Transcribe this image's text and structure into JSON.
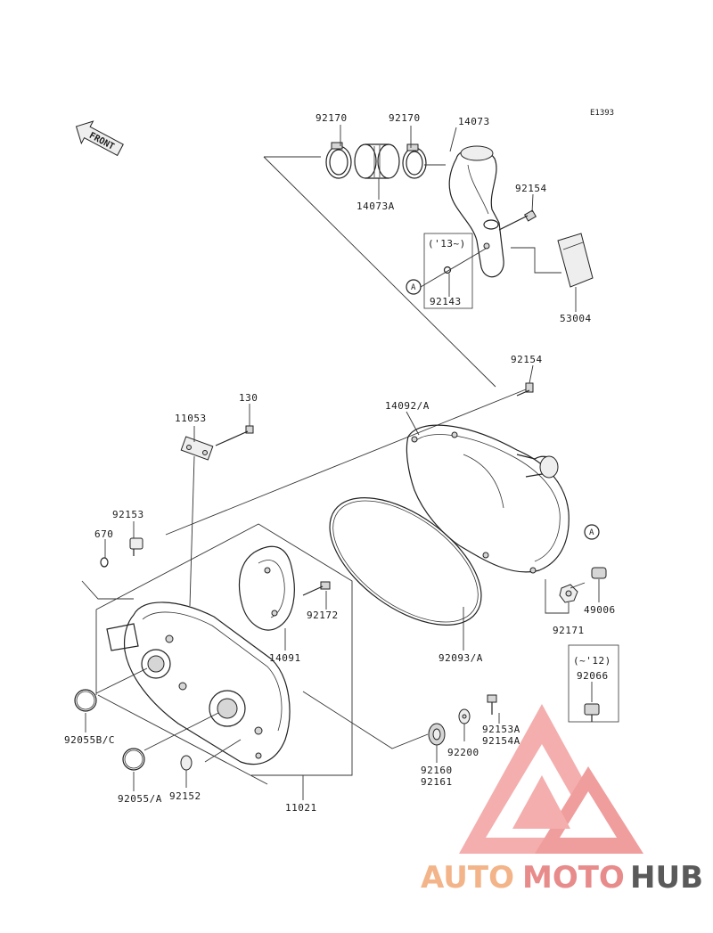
{
  "diagram": {
    "code": "E1393",
    "front_label": "FRONT",
    "ref_a": "A",
    "groups": [
      {
        "label": "('13~)"
      },
      {
        "label": "(~'12)"
      }
    ],
    "parts": [
      {
        "id": "p92170a",
        "label": "92170"
      },
      {
        "id": "p92170b",
        "label": "92170"
      },
      {
        "id": "p14073",
        "label": "14073"
      },
      {
        "id": "p14073A",
        "label": "14073A"
      },
      {
        "id": "p92154a",
        "label": "92154"
      },
      {
        "id": "p92143",
        "label": "92143"
      },
      {
        "id": "p53004",
        "label": "53004"
      },
      {
        "id": "p92154b",
        "label": "92154"
      },
      {
        "id": "p14092",
        "label": "14092/A"
      },
      {
        "id": "p130",
        "label": "130"
      },
      {
        "id": "p11053",
        "label": "11053"
      },
      {
        "id": "p92153",
        "label": "92153"
      },
      {
        "id": "p670",
        "label": "670"
      },
      {
        "id": "p92172",
        "label": "92172"
      },
      {
        "id": "p14091",
        "label": "14091"
      },
      {
        "id": "p92093",
        "label": "92093/A"
      },
      {
        "id": "p49006",
        "label": "49006"
      },
      {
        "id": "p92171",
        "label": "92171"
      },
      {
        "id": "p92066",
        "label": "92066"
      },
      {
        "id": "p92055B",
        "label": "92055B/C"
      },
      {
        "id": "p92055A",
        "label": "92055/A"
      },
      {
        "id": "p92152",
        "label": "92152"
      },
      {
        "id": "p11021",
        "label": "11021"
      },
      {
        "id": "p92160",
        "label": "92160"
      },
      {
        "id": "p92161",
        "label": "92161"
      },
      {
        "id": "p92200",
        "label": "92200"
      },
      {
        "id": "p92153A",
        "label": "92153A"
      },
      {
        "id": "p92154A",
        "label": "92154A"
      }
    ]
  },
  "watermark": {
    "part1": "AUTO",
    "part2": "MOTO",
    "part3": "HUB"
  }
}
